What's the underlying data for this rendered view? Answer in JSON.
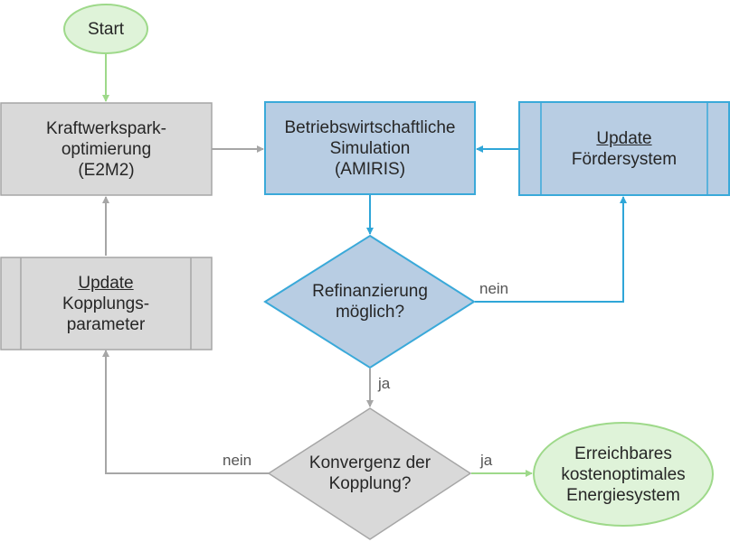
{
  "nodes": {
    "start": "Start",
    "kraftwerk": [
      "Kraftwerkspark-",
      "optimierung",
      "(E2M2)"
    ],
    "amiris": [
      "Betriebswirtschaftliche",
      "Simulation",
      "(AMIRIS)"
    ],
    "update_foerder": {
      "title": "Update",
      "lines": [
        "Fördersystem"
      ]
    },
    "refinanzierung": [
      "Refinanzierung",
      "möglich?"
    ],
    "update_kopplung": {
      "title": "Update",
      "lines": [
        "Kopplungs-",
        "parameter"
      ]
    },
    "konvergenz": [
      "Konvergenz der",
      "Kopplung?"
    ],
    "result": [
      "Erreichbares",
      "kostenoptimales",
      "Energiesystem"
    ]
  },
  "edge_labels": {
    "ref_nein": "nein",
    "ref_ja": "ja",
    "konv_nein": "nein",
    "konv_ja": "ja"
  },
  "colors": {
    "green_fill": "#dff3d9",
    "green_stroke": "#9ed98a",
    "gray_fill": "#d9d9d9",
    "gray_stroke": "#a6a6a6",
    "blue_fill": "#b8cde3",
    "blue_stroke": "#3aa9d9",
    "arrow_green": "#9ed98a",
    "arrow_gray": "#a6a6a6",
    "arrow_blue": "#2fa6d8"
  }
}
